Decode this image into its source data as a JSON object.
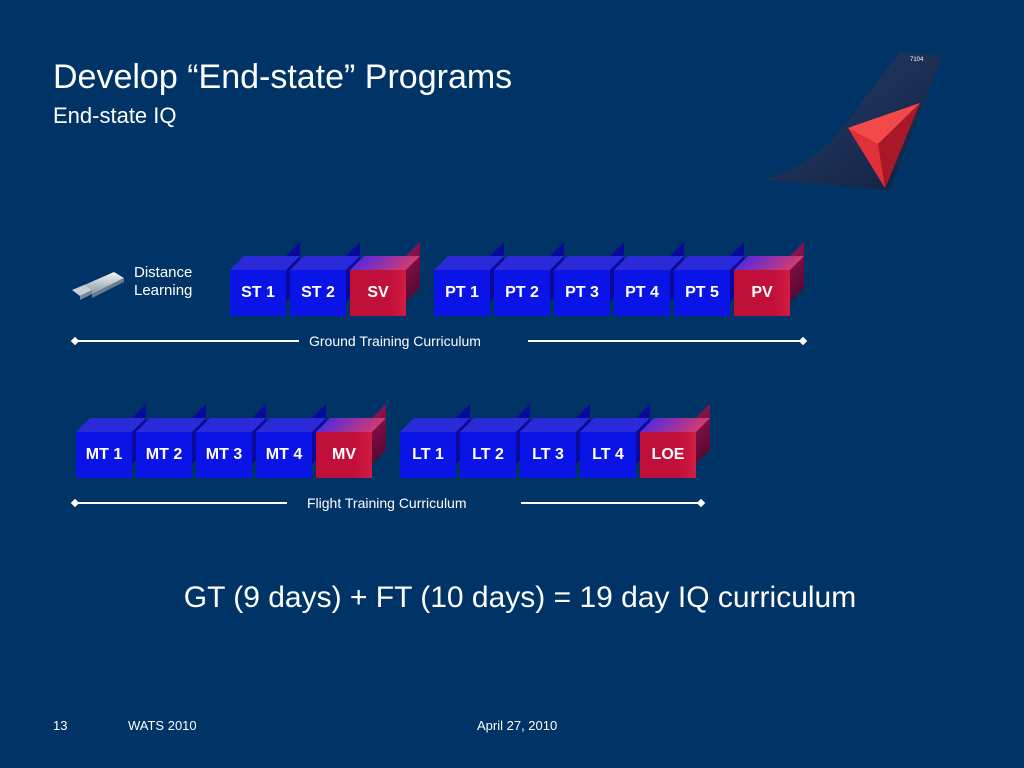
{
  "header": {
    "title": "Develop “End-state” Programs",
    "subtitle": "End-state IQ"
  },
  "distance_learning": {
    "icon": "usb-drive-icon",
    "line1": "Distance",
    "line2": "Learning"
  },
  "ground_training": {
    "label": "Ground Training Curriculum",
    "group_a": [
      "ST 1",
      "ST 2",
      "SV"
    ],
    "group_b": [
      "PT 1",
      "PT 2",
      "PT 3",
      "PT 4",
      "PT 5",
      "PV"
    ]
  },
  "flight_training": {
    "label": "Flight Training Curriculum",
    "group_a": [
      "MT 1",
      "MT 2",
      "MT 3",
      "MT 4",
      "MV"
    ],
    "group_b": [
      "LT 1",
      "LT 2",
      "LT 3",
      "LT 4",
      "LOE"
    ]
  },
  "summary": "GT (9 days) + FT (10 days) = 19 day IQ curriculum",
  "footer": {
    "page": "13",
    "event": "WATS 2010",
    "date": "April 27, 2010"
  },
  "logo": {
    "tail_number": "7104"
  },
  "colors": {
    "background": "#003366",
    "module": "#0a14e6",
    "validation": "#c0103a"
  }
}
